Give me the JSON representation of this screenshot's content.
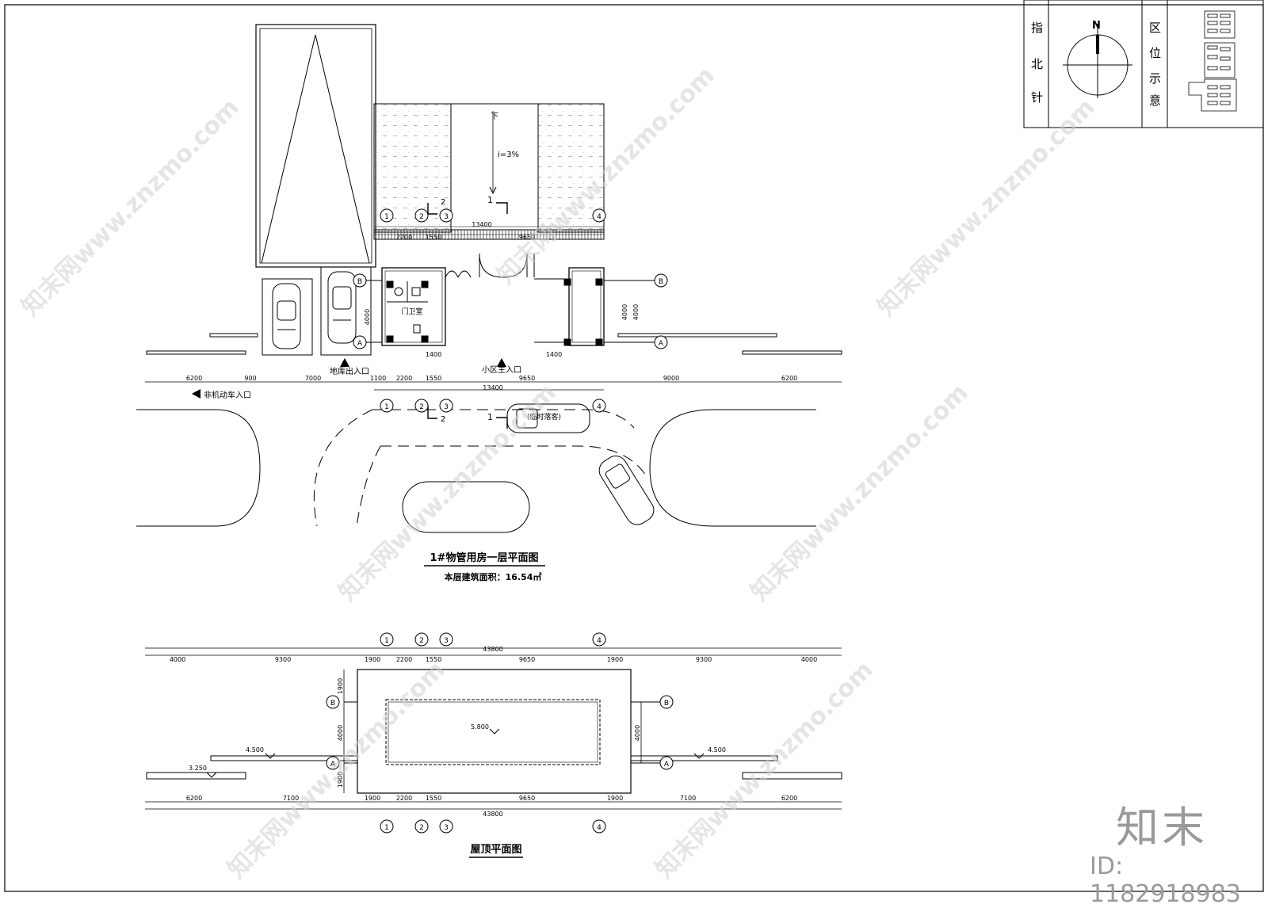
{
  "legend": {
    "north_chars": [
      "指",
      "北",
      "针"
    ],
    "north_letter": "N",
    "location_chars": [
      "区",
      "位",
      "示",
      "意"
    ]
  },
  "plan1": {
    "title": "1#物管用房一层平面图",
    "area": "本层建筑面积：16.54㎡",
    "slope": "i=3%",
    "down_label": "下",
    "guard_room": "门卫室",
    "garage_entry": "地库出入口",
    "main_entry": "小区主入口",
    "bike_entry": "非机动车入口",
    "drop_off": "(临时落客)",
    "axes": [
      "1",
      "2",
      "3",
      "4"
    ],
    "rows": [
      "A",
      "B"
    ],
    "section_marks": [
      "1",
      "2"
    ],
    "dims_top": [
      "13400",
      "2200",
      "1550",
      "9650"
    ],
    "dims_row": [
      "6200",
      "900",
      "7000",
      "1100",
      "2200",
      "1550",
      "9650",
      "9000",
      "6200"
    ],
    "dims_total": "13400",
    "dims_vertical": [
      "4000",
      "4000",
      "4000"
    ],
    "dims_small": [
      "1400",
      "1400"
    ]
  },
  "plan2": {
    "title": "屋顶平面图",
    "dims_top": [
      "4000",
      "9300",
      "1900",
      "2200",
      "1550",
      "9650",
      "1900",
      "9300",
      "4000"
    ],
    "dims_total": "43800",
    "dims_bottom": [
      "6200",
      "7100",
      "1900",
      "2200",
      "1550",
      "9650",
      "1900",
      "7100",
      "6200"
    ],
    "dims_vertical": [
      "1900",
      "4000",
      "1900",
      "4000"
    ],
    "elevations": [
      "5.800",
      "4.500",
      "4.500",
      "3.250"
    ],
    "axes": [
      "1",
      "2",
      "3",
      "4"
    ],
    "rows": [
      "A",
      "B"
    ]
  },
  "watermark": "知末网www.znzmo.com",
  "brand": "知末",
  "id_text": "ID: 1182918983"
}
